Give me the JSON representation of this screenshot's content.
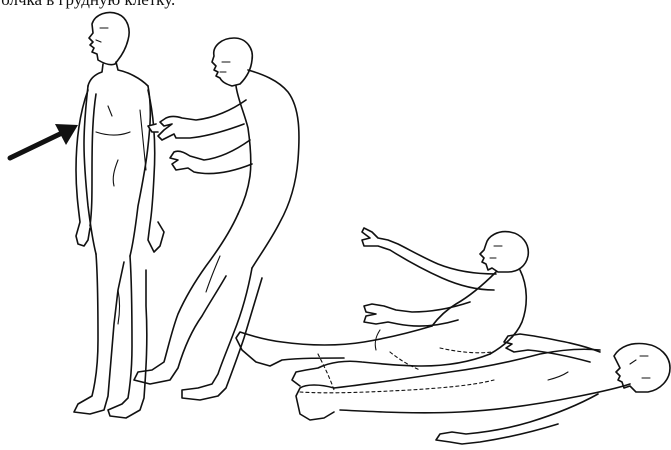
{
  "caption": "толчка в грудную клетку.",
  "illustration": {
    "figures": [
      "standing-person",
      "helper-person",
      "sitting-person",
      "lying-person"
    ],
    "arrow_icon": "arrow-right-icon",
    "ink_color": "#111111",
    "background_color": "#ffffff"
  }
}
